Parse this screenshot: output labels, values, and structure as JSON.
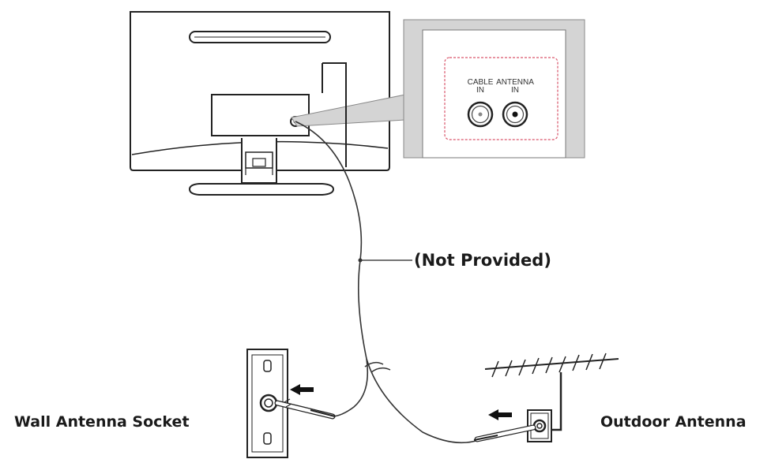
{
  "labels": {
    "cable_note": "(Not Provided)",
    "wall_socket": "Wall Antenna Socket",
    "outdoor_antenna": "Outdoor Antenna"
  },
  "ports": {
    "cable_in": [
      "CABLE",
      "IN"
    ],
    "antenna_in": [
      "ANTENNA",
      "IN"
    ]
  },
  "colors": {
    "stroke": "#222222",
    "panel_fill": "#d4d4d4",
    "port_box_border": "#d9556a",
    "cable": "#333333"
  }
}
